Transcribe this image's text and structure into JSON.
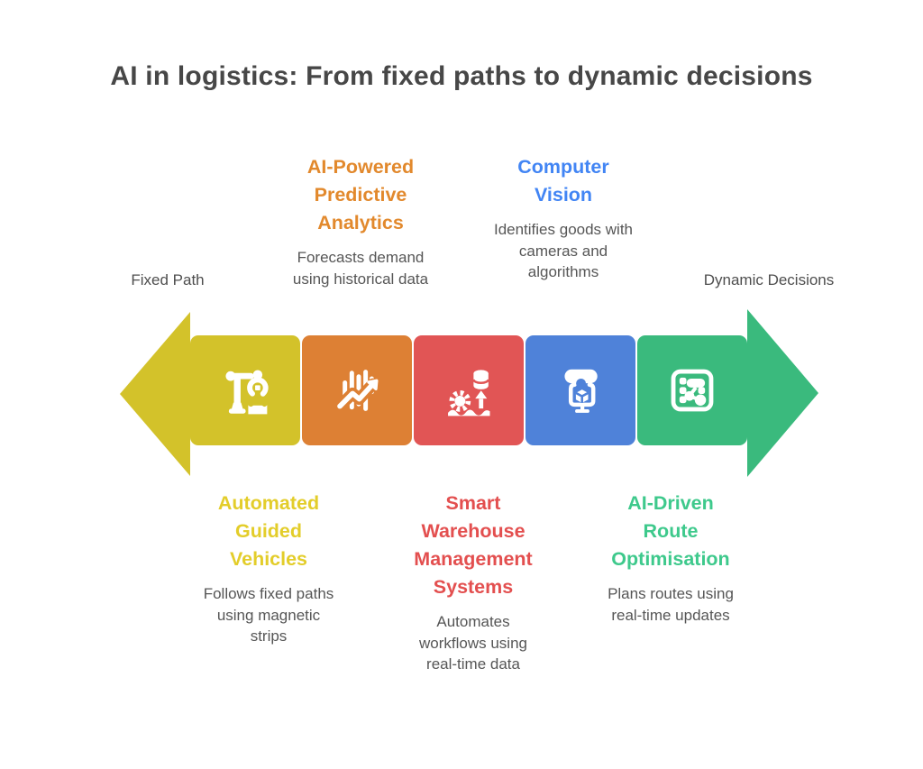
{
  "title": "AI in logistics: From fixed paths to dynamic decisions",
  "flow_labels": {
    "left": "Fixed Path",
    "right": "Dynamic Decisions"
  },
  "colors": {
    "background": "#ffffff",
    "title_text": "#474747",
    "body_text": "#565656",
    "side_label_text": "#4e4e4e",
    "yellow": "#d3c22a",
    "orange": "#dd8034",
    "red": "#e15555",
    "blue": "#4f82d9",
    "green": "#3aba7d"
  },
  "stages": [
    {
      "heading": "Automated\nGuided\nVehicles",
      "description": "Follows fixed paths\nusing magnetic\nstrips",
      "icon": "robot-arm-icon",
      "label_position": "bottom",
      "color": "#d3c22a",
      "heading_color": "#e3cd2a"
    },
    {
      "heading": "AI-Powered\nPredictive\nAnalytics",
      "description": "Forecasts demand\nusing historical data",
      "icon": "trend-chart-icon",
      "label_position": "top",
      "color": "#dd8034",
      "heading_color": "#e2892d"
    },
    {
      "heading": "Smart\nWarehouse\nManagement\nSystems",
      "description": "Automates\nworkflows using\nreal-time data",
      "icon": "gear-database-icon",
      "label_position": "bottom",
      "color": "#e15555",
      "heading_color": "#e34f4f"
    },
    {
      "heading": "Computer\nVision",
      "description": "Identifies goods with\ncameras and\nalgorithms",
      "icon": "vision-monitor-icon",
      "label_position": "top",
      "color": "#4f82d9",
      "heading_color": "#4285f4"
    },
    {
      "heading": "AI-Driven\nRoute\nOptimisation",
      "description": "Plans routes using\nreal-time updates",
      "icon": "route-map-icon",
      "label_position": "bottom",
      "color": "#3aba7d",
      "heading_color": "#3ec98c"
    }
  ]
}
